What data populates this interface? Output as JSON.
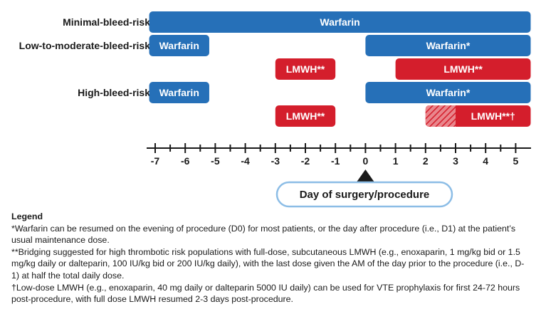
{
  "rows": [
    {
      "label": "Minimal-bleed-risk"
    },
    {
      "label": "Low-to-moderate-bleed-risk"
    },
    {
      "label": ""
    },
    {
      "label": "High-bleed-risk"
    },
    {
      "label": ""
    }
  ],
  "bars": [
    {
      "row": 0,
      "start": -7.2,
      "end": 5.5,
      "label": "Warfarin",
      "kind": "warfarin"
    },
    {
      "row": 1,
      "start": -7.2,
      "end": -5.2,
      "label": "Warfarin",
      "kind": "warfarin"
    },
    {
      "row": 1,
      "start": 0,
      "end": 5.5,
      "label": "Warfarin*",
      "kind": "warfarin"
    },
    {
      "row": 2,
      "start": -3.0,
      "end": -1.0,
      "label": "LMWH**",
      "kind": "lmwh"
    },
    {
      "row": 2,
      "start": 1.0,
      "end": 5.5,
      "label": "LMWH**",
      "kind": "lmwh"
    },
    {
      "row": 3,
      "start": -7.2,
      "end": -5.2,
      "label": "Warfarin",
      "kind": "warfarin"
    },
    {
      "row": 3,
      "start": 0,
      "end": 5.5,
      "label": "Warfarin*",
      "kind": "warfarin"
    },
    {
      "row": 4,
      "start": -3.0,
      "end": -1.0,
      "label": "LMWH**",
      "kind": "lmwh"
    },
    {
      "row": 4,
      "start": 2.0,
      "end": 5.5,
      "label": "LMWH**†",
      "kind": "lmwh",
      "hatched_until": 3.0
    }
  ],
  "axis": {
    "ticks": [
      "-7",
      "-6",
      "-5",
      "-4",
      "-3",
      "-2",
      "-1",
      "0",
      "1",
      "2",
      "3",
      "4",
      "5"
    ],
    "min": -7,
    "max": 5
  },
  "marker": {
    "day": 0,
    "label": "Day of surgery/procedure"
  },
  "colors": {
    "warfarin": "#2670b8",
    "lmwh": "#d41e2c",
    "lmwh_hatch": "#e9868c",
    "marker_border": "#8cbde6",
    "axis": "#1a1a1a"
  },
  "legend": {
    "title": "Legend",
    "items": [
      "*Warfarin can be resumed on the evening of procedure (D0) for most patients, or the day after procedure (i.e., D1) at the patient’s usual maintenance dose.",
      "**Bridging suggested for high thrombotic risk populations with full-dose, subcutaneous LMWH (e.g., enoxaparin, 1 mg/kg bid or 1.5 mg/kg daily or dalteparin, 100 IU/kg bid or 200 IU/kg daily), with the last dose given the AM of the day prior to the procedure (i.e., D-1) at half the total daily dose.",
      "†Low-dose LMWH (e.g., enoxaparin, 40 mg daily or dalteparin 5000 IU daily) can be used for VTE prophylaxis for first 24-72 hours post-procedure, with full dose LMWH resumed 2-3 days post-procedure."
    ]
  }
}
